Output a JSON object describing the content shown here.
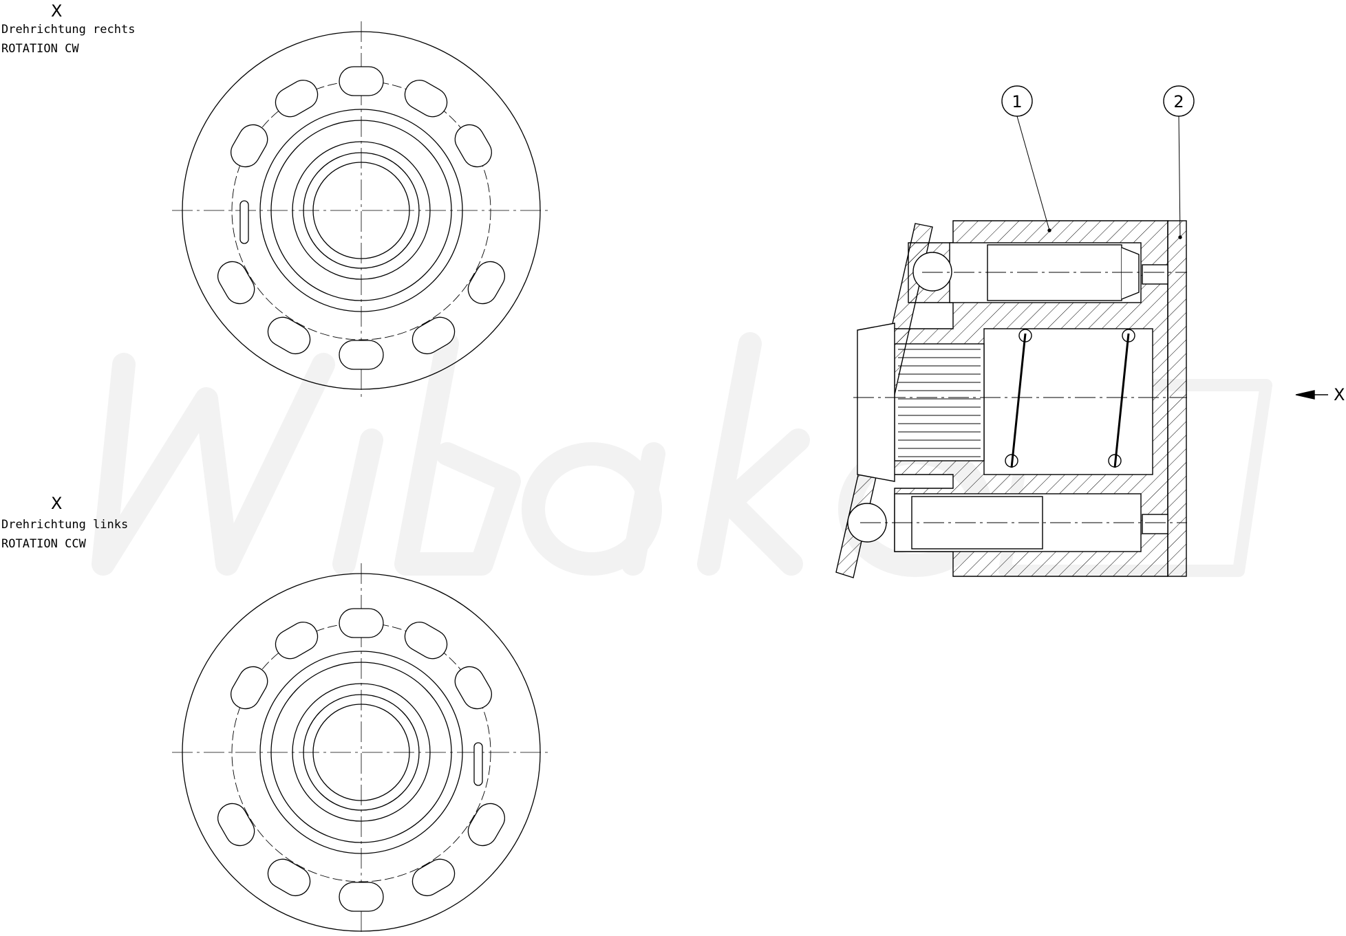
{
  "watermark": "Wibako",
  "views": [
    {
      "view_label": "X",
      "direction_de": "Drehrichtung rechts",
      "direction_en": "ROTATION CW"
    },
    {
      "view_label": "X",
      "direction_de": "Drehrichtung links",
      "direction_en": "ROTATION CCW"
    }
  ],
  "section": {
    "balloons": [
      "1",
      "2"
    ],
    "view_arrow_label": "X"
  }
}
